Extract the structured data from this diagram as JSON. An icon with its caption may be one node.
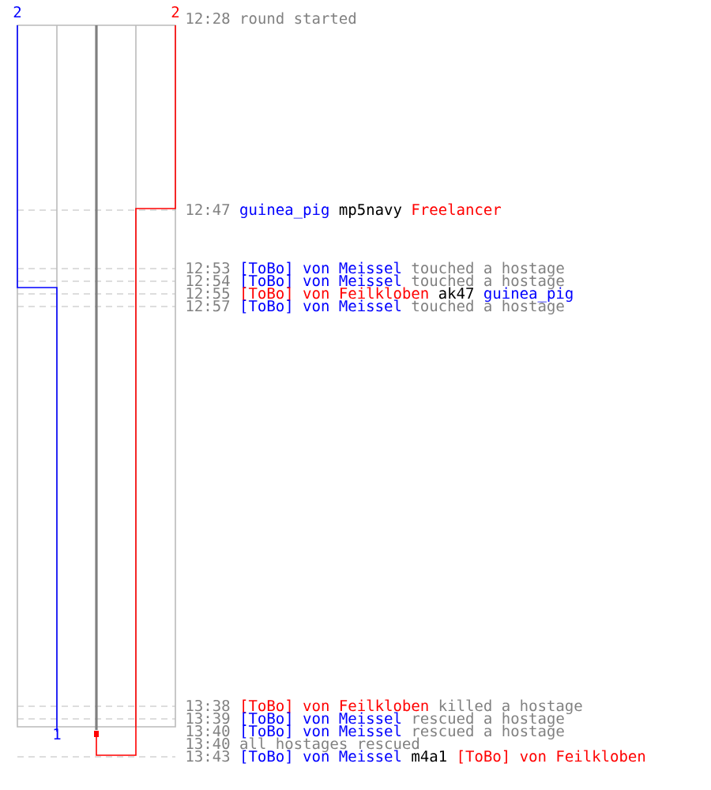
{
  "diagram": {
    "labels": [
      "2",
      "2",
      "12:28",
      "round started",
      "12:47",
      "guinea_pig",
      "mp5navy",
      "Freelancer",
      "12:53",
      "[ToBo] von Meissel",
      "touched a hostage",
      "12:54",
      "[ToBo] von Meissel",
      "touched a hostage",
      "12:55",
      "[ToBo] von Feilkloben",
      "ak47",
      "guinea_pig",
      "12:57",
      "[ToBo] von Meissel",
      "touched a hostage",
      "13:38",
      "[ToBo] von Feilkloben",
      "killed a hostage",
      "13:39",
      "[ToBo] von Meissel",
      "rescued a hostage",
      "13:40",
      "[ToBo] von Meissel",
      "rescued a hostage",
      "13:40",
      "all hostages rescued",
      "13:43",
      "[ToBo] von Meissel",
      "m4a1",
      "[ToBo] von Feilkloben",
      "1"
    ]
  }
}
